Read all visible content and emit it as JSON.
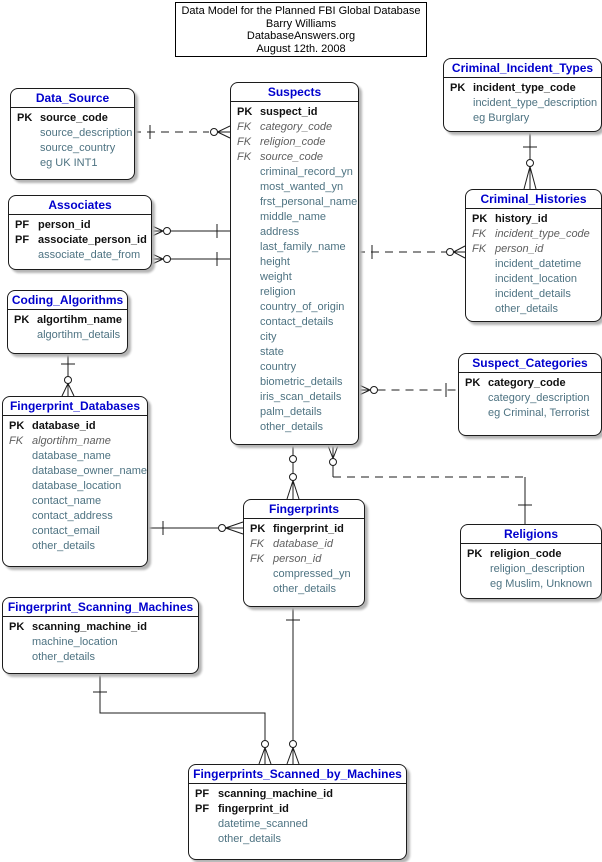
{
  "title_box": {
    "lines": [
      "Data Model for the Planned FBI Global Database",
      "Barry Williams",
      "DatabaseAnswers.org",
      "August 12th. 2008"
    ]
  },
  "colors": {
    "entity_title": "#0000cd",
    "primary_key_text": "#111111",
    "foreign_key_text": "#5e5e5e",
    "attribute_text": "#4e7382",
    "line": "#1c1c1c",
    "shadow": "#b5b5b5"
  },
  "entities": {
    "data_source": {
      "name": "Data_Source",
      "attributes": [
        {
          "prefix": "PK",
          "name": "source_code",
          "type": "pk"
        },
        {
          "prefix": "",
          "name": "source_description",
          "type": "attr"
        },
        {
          "prefix": "",
          "name": "source_country",
          "type": "attr"
        },
        {
          "prefix": "",
          "name": "eg UK INT1",
          "type": "attr"
        }
      ]
    },
    "associates": {
      "name": "Associates",
      "attributes": [
        {
          "prefix": "PF",
          "name": "person_id",
          "type": "pf"
        },
        {
          "prefix": "PF",
          "name": "associate_person_id",
          "type": "pf"
        },
        {
          "prefix": "",
          "name": "associate_date_from",
          "type": "attr"
        }
      ]
    },
    "coding_algorithms": {
      "name": "Coding_Algorithms",
      "attributes": [
        {
          "prefix": "PK",
          "name": "algortihm_name",
          "type": "pk"
        },
        {
          "prefix": "",
          "name": "algortihm_details",
          "type": "attr"
        }
      ]
    },
    "fingerprint_databases": {
      "name": "Fingerprint_Databases",
      "attributes": [
        {
          "prefix": "PK",
          "name": "database_id",
          "type": "pk"
        },
        {
          "prefix": "FK",
          "name": "algortihm_name",
          "type": "fk"
        },
        {
          "prefix": "",
          "name": "database_name",
          "type": "attr"
        },
        {
          "prefix": "",
          "name": "database_owner_name",
          "type": "attr"
        },
        {
          "prefix": "",
          "name": "database_location",
          "type": "attr"
        },
        {
          "prefix": "",
          "name": "contact_name",
          "type": "attr"
        },
        {
          "prefix": "",
          "name": "contact_address",
          "type": "attr"
        },
        {
          "prefix": "",
          "name": "contact_email",
          "type": "attr"
        },
        {
          "prefix": "",
          "name": "other_details",
          "type": "attr"
        }
      ]
    },
    "fingerprint_scanning_machines": {
      "name": "Fingerprint_Scanning_Machines",
      "attributes": [
        {
          "prefix": "PK",
          "name": "scanning_machine_id",
          "type": "pk"
        },
        {
          "prefix": "",
          "name": "machine_location",
          "type": "attr"
        },
        {
          "prefix": "",
          "name": "other_details",
          "type": "attr"
        }
      ]
    },
    "suspects": {
      "name": "Suspects",
      "attributes": [
        {
          "prefix": "PK",
          "name": "suspect_id",
          "type": "pk"
        },
        {
          "prefix": "FK",
          "name": "category_code",
          "type": "fk"
        },
        {
          "prefix": "FK",
          "name": "religion_code",
          "type": "fk"
        },
        {
          "prefix": "FK",
          "name": "source_code",
          "type": "fk"
        },
        {
          "prefix": "",
          "name": "criminal_record_yn",
          "type": "attr"
        },
        {
          "prefix": "",
          "name": "most_wanted_yn",
          "type": "attr"
        },
        {
          "prefix": "",
          "name": "frst_personal_name",
          "type": "attr"
        },
        {
          "prefix": "",
          "name": "middle_name",
          "type": "attr"
        },
        {
          "prefix": "",
          "name": "address",
          "type": "attr"
        },
        {
          "prefix": "",
          "name": "last_family_name",
          "type": "attr"
        },
        {
          "prefix": "",
          "name": "height",
          "type": "attr"
        },
        {
          "prefix": "",
          "name": "weight",
          "type": "attr"
        },
        {
          "prefix": "",
          "name": "religion",
          "type": "attr"
        },
        {
          "prefix": "",
          "name": "country_of_origin",
          "type": "attr"
        },
        {
          "prefix": "",
          "name": "contact_details",
          "type": "attr"
        },
        {
          "prefix": "",
          "name": "city",
          "type": "attr"
        },
        {
          "prefix": "",
          "name": "state",
          "type": "attr"
        },
        {
          "prefix": "",
          "name": "country",
          "type": "attr"
        },
        {
          "prefix": "",
          "name": "biometric_details",
          "type": "attr"
        },
        {
          "prefix": "",
          "name": "iris_scan_details",
          "type": "attr"
        },
        {
          "prefix": "",
          "name": "palm_details",
          "type": "attr"
        },
        {
          "prefix": "",
          "name": "other_details",
          "type": "attr"
        }
      ]
    },
    "fingerprints": {
      "name": "Fingerprints",
      "attributes": [
        {
          "prefix": "PK",
          "name": "fingerprint_id",
          "type": "pk"
        },
        {
          "prefix": "FK",
          "name": "database_id",
          "type": "fk"
        },
        {
          "prefix": "FK",
          "name": "person_id",
          "type": "fk"
        },
        {
          "prefix": "",
          "name": "compressed_yn",
          "type": "attr"
        },
        {
          "prefix": "",
          "name": "other_details",
          "type": "attr"
        }
      ]
    },
    "criminal_incident_types": {
      "name": "Criminal_Incident_Types",
      "attributes": [
        {
          "prefix": "PK",
          "name": "incident_type_code",
          "type": "pk"
        },
        {
          "prefix": "",
          "name": "incident_type_description",
          "type": "attr"
        },
        {
          "prefix": "",
          "name": "eg Burglary",
          "type": "attr"
        }
      ]
    },
    "criminal_histories": {
      "name": "Criminal_Histories",
      "attributes": [
        {
          "prefix": "PK",
          "name": "history_id",
          "type": "pk"
        },
        {
          "prefix": "FK",
          "name": "incident_type_code",
          "type": "fk"
        },
        {
          "prefix": "FK",
          "name": "person_id",
          "type": "fk"
        },
        {
          "prefix": "",
          "name": "incident_datetime",
          "type": "attr"
        },
        {
          "prefix": "",
          "name": "incident_location",
          "type": "attr"
        },
        {
          "prefix": "",
          "name": "incident_details",
          "type": "attr"
        },
        {
          "prefix": "",
          "name": "other_details",
          "type": "attr"
        }
      ]
    },
    "suspect_categories": {
      "name": "Suspect_Categories",
      "attributes": [
        {
          "prefix": "PK",
          "name": "category_code",
          "type": "pk"
        },
        {
          "prefix": "",
          "name": "category_description",
          "type": "attr"
        },
        {
          "prefix": "",
          "name": "eg Criminal, Terrorist",
          "type": "attr"
        }
      ]
    },
    "religions": {
      "name": "Religions",
      "attributes": [
        {
          "prefix": "PK",
          "name": "religion_code",
          "type": "pk"
        },
        {
          "prefix": "",
          "name": "religion_description",
          "type": "attr"
        },
        {
          "prefix": "",
          "name": "eg Muslim, Unknown",
          "type": "attr"
        }
      ]
    },
    "fingerprints_scanned_by_machines": {
      "name": "Fingerprints_Scanned_by_Machines",
      "attributes": [
        {
          "prefix": "PF",
          "name": "scanning_machine_id",
          "type": "pf"
        },
        {
          "prefix": "PF",
          "name": "fingerprint_id",
          "type": "pf"
        },
        {
          "prefix": "",
          "name": "datetime_scanned",
          "type": "attr"
        },
        {
          "prefix": "",
          "name": "other_details",
          "type": "attr"
        }
      ]
    }
  },
  "relationships": [
    {
      "from": "Data_Source",
      "to": "Suspects",
      "line": "dashed",
      "from_end": "one",
      "to_end": "zero-or-many"
    },
    {
      "from": "Associates",
      "to": "Suspects",
      "line": "solid",
      "from_end": "zero-or-many",
      "to_end": "one"
    },
    {
      "from": "Associates",
      "to": "Suspects",
      "line": "solid",
      "from_end": "zero-or-many",
      "to_end": "one"
    },
    {
      "from": "Coding_Algorithms",
      "to": "Fingerprint_Databases",
      "line": "solid",
      "from_end": "one",
      "to_end": "zero-or-many"
    },
    {
      "from": "Fingerprint_Databases",
      "to": "Fingerprints",
      "line": "solid",
      "from_end": "one",
      "to_end": "zero-or-many"
    },
    {
      "from": "Suspects",
      "to": "Fingerprints",
      "line": "solid",
      "from_end": "zero-or-one",
      "to_end": "zero-or-many"
    },
    {
      "from": "Religions",
      "to": "Suspects",
      "line": "dashed",
      "from_end": "one",
      "to_end": "zero-or-many"
    },
    {
      "from": "Suspects",
      "to": "Criminal_Histories",
      "line": "dashed",
      "from_end": "one",
      "to_end": "zero-or-many"
    },
    {
      "from": "Criminal_Incident_Types",
      "to": "Criminal_Histories",
      "line": "solid",
      "from_end": "one",
      "to_end": "zero-or-many"
    },
    {
      "from": "Suspect_Categories",
      "to": "Suspects",
      "line": "dashed",
      "from_end": "one",
      "to_end": "zero-or-many"
    },
    {
      "from": "Fingerprint_Scanning_Machines",
      "to": "Fingerprints_Scanned_by_Machines",
      "line": "solid",
      "from_end": "one",
      "to_end": "zero-or-many"
    },
    {
      "from": "Fingerprints",
      "to": "Fingerprints_Scanned_by_Machines",
      "line": "solid",
      "from_end": "one",
      "to_end": "zero-or-many"
    }
  ]
}
